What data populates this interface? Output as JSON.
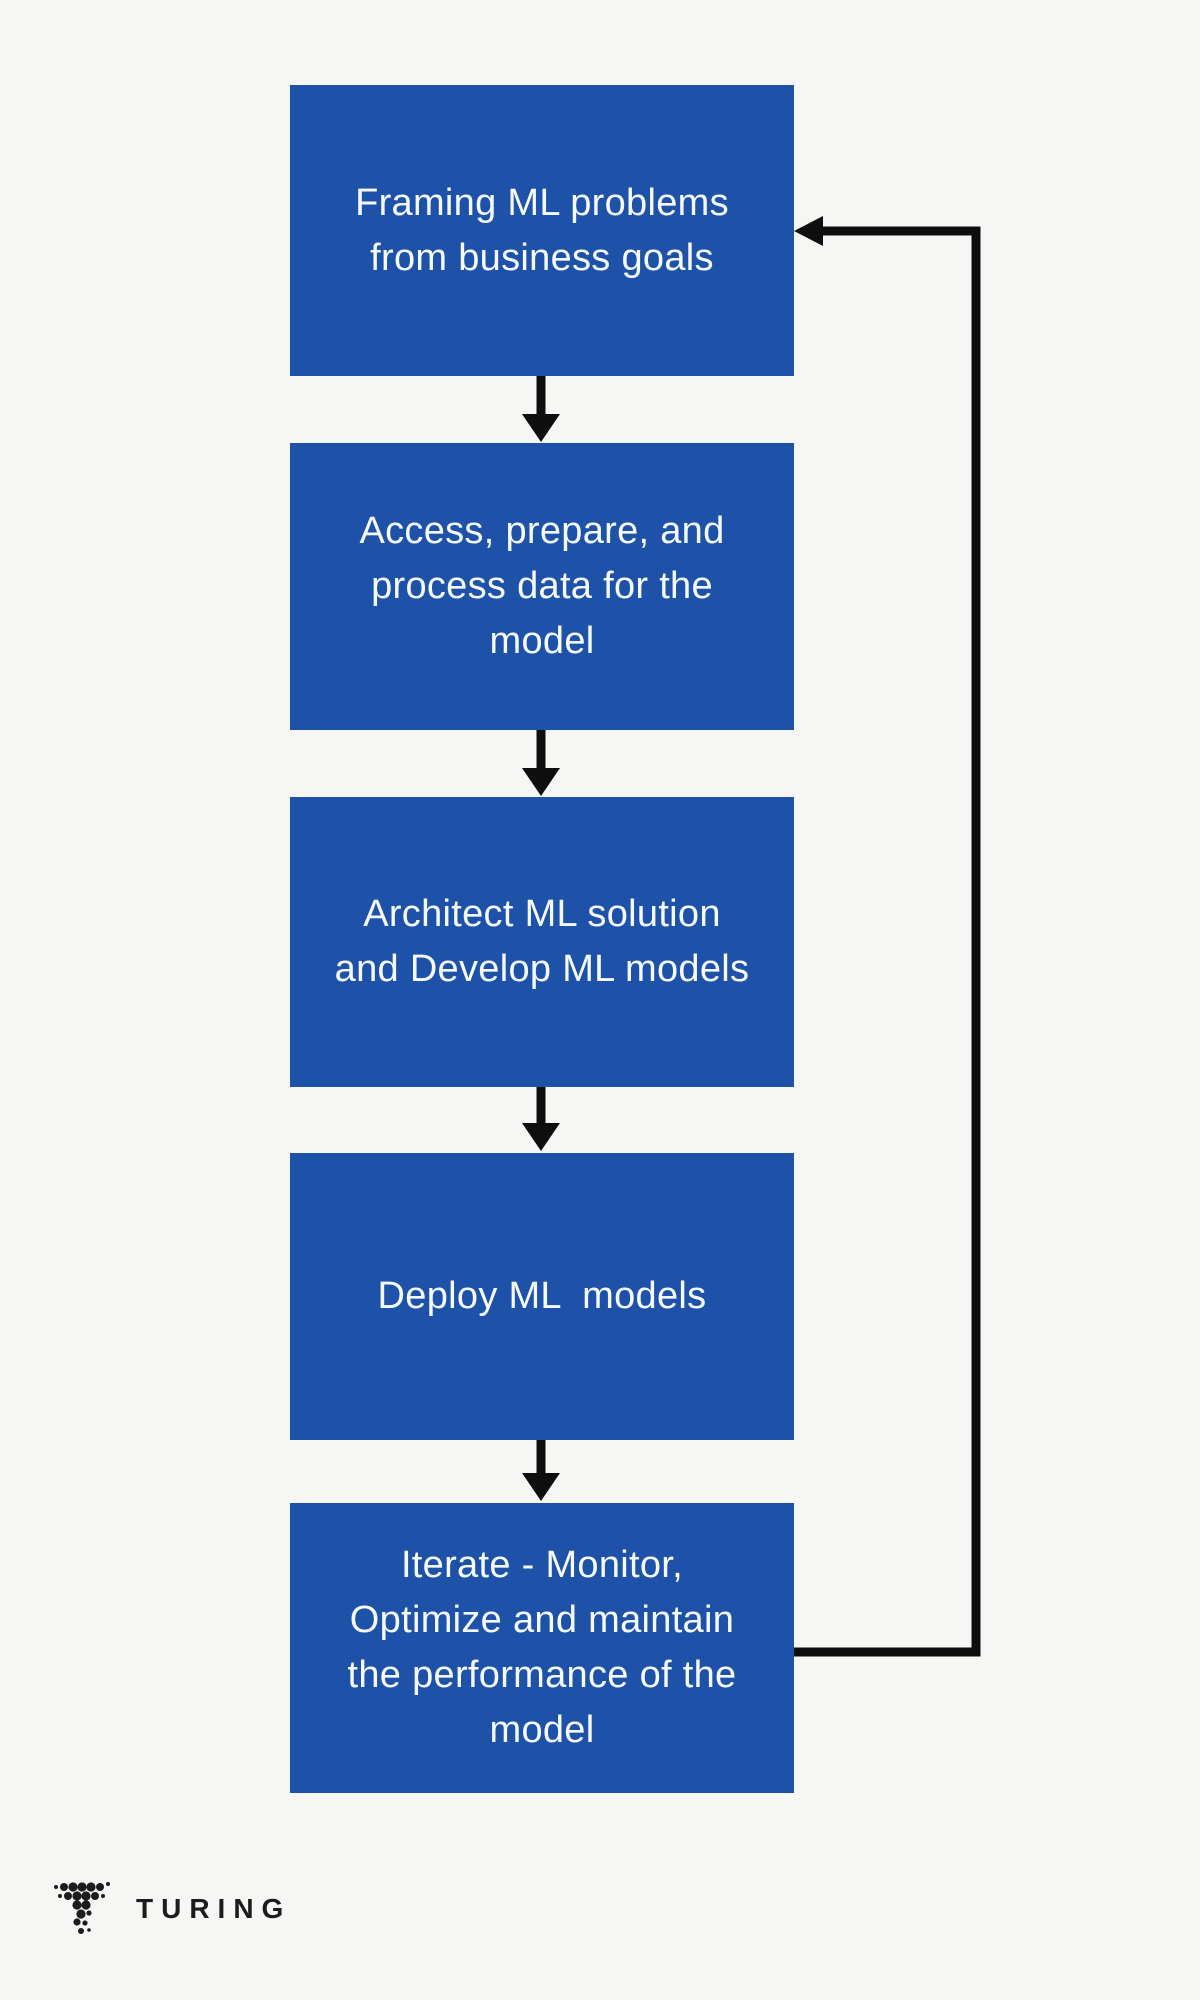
{
  "theme": {
    "background": "#f6f6f4",
    "node_fill": "#1d52a8",
    "node_text": "#f7fafc",
    "connector": "#0e0e0e",
    "brand_ink": "#1c1c1c"
  },
  "diagram": {
    "type": "flowchart",
    "direction": "top-down",
    "nodes": [
      {
        "id": "framing",
        "label": "Framing ML problems\nfrom business goals"
      },
      {
        "id": "data-prep",
        "label": "Access, prepare, and\nprocess data for the\nmodel"
      },
      {
        "id": "architect-develop",
        "label": "Architect ML solution\nand Develop ML models"
      },
      {
        "id": "deploy",
        "label": "Deploy ML  models"
      },
      {
        "id": "iterate",
        "label": "Iterate - Monitor,\nOptimize and maintain\nthe performance of the\nmodel"
      }
    ],
    "edges": [
      {
        "from": "framing",
        "to": "data-prep",
        "style": "arrow-down"
      },
      {
        "from": "data-prep",
        "to": "architect-develop",
        "style": "arrow-down"
      },
      {
        "from": "architect-develop",
        "to": "deploy",
        "style": "arrow-down"
      },
      {
        "from": "deploy",
        "to": "iterate",
        "style": "arrow-down"
      },
      {
        "from": "iterate",
        "to": "framing",
        "style": "feedback-loop-right-side"
      }
    ]
  },
  "footer": {
    "brand": "TURING",
    "logo": "turing-dotted-t-logo"
  }
}
